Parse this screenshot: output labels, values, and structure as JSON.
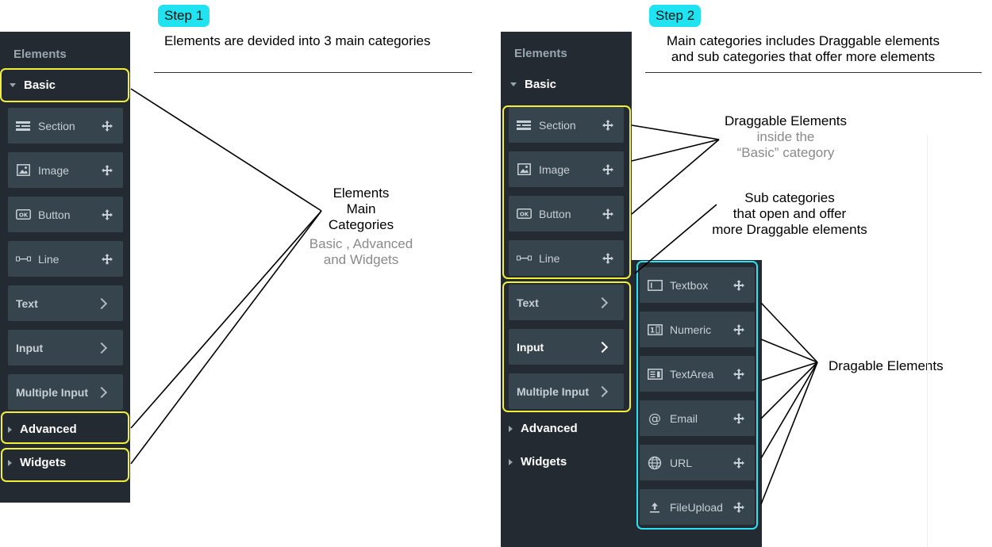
{
  "step1": {
    "badge": "Step 1",
    "description": "Elements are devided into 3 main categories",
    "panel": {
      "title": "Elements",
      "categories": [
        "Basic",
        "Advanced",
        "Widgets"
      ],
      "elements": [
        {
          "label": "Section",
          "icon": "section-icon"
        },
        {
          "label": "Image",
          "icon": "image-icon"
        },
        {
          "label": "Button",
          "icon": "button-icon"
        },
        {
          "label": "Line",
          "icon": "line-icon"
        }
      ],
      "subcategories": [
        "Text",
        "Input",
        "Multiple Input"
      ]
    },
    "annotation": {
      "lines": [
        "Elements",
        "Main",
        "Categories"
      ],
      "gray_lines": [
        "Basic , Advanced",
        "and Widgets"
      ]
    }
  },
  "step2": {
    "badge": "Step 2",
    "description_lines": [
      "Main categories includes Draggable elements",
      "and sub categories that offer more elements"
    ],
    "panel": {
      "title": "Elements",
      "categories": [
        "Basic",
        "Advanced",
        "Widgets"
      ],
      "elements": [
        {
          "label": "Section",
          "icon": "section-icon"
        },
        {
          "label": "Image",
          "icon": "image-icon"
        },
        {
          "label": "Button",
          "icon": "button-icon"
        },
        {
          "label": "Line",
          "icon": "line-icon"
        }
      ],
      "subcategories": [
        "Text",
        "Input",
        "Multiple Input"
      ],
      "active_subcategory": "Input"
    },
    "input_elements": [
      {
        "label": "Textbox",
        "icon": "textbox-icon"
      },
      {
        "label": "Numeric",
        "icon": "numeric-icon"
      },
      {
        "label": "TextArea",
        "icon": "textarea-icon"
      },
      {
        "label": "Email",
        "icon": "email-icon"
      },
      {
        "label": "URL",
        "icon": "globe-icon"
      },
      {
        "label": "FileUpload",
        "icon": "upload-icon"
      }
    ],
    "annotations": {
      "draggable": {
        "dark": "Draggable  Elements",
        "gray": [
          "inside the",
          "“Basic” category"
        ]
      },
      "subcats": [
        "Sub categories",
        "that open and offer",
        "more Draggable  elements"
      ],
      "dragable": "Dragable Elements"
    }
  },
  "colors": {
    "accent_badge": "#1fe3f0",
    "highlight_yellow": "#f1ef38",
    "highlight_cyan": "#2ee0f2",
    "panel_bg": "#232a31",
    "tile_bg": "#36444d"
  }
}
